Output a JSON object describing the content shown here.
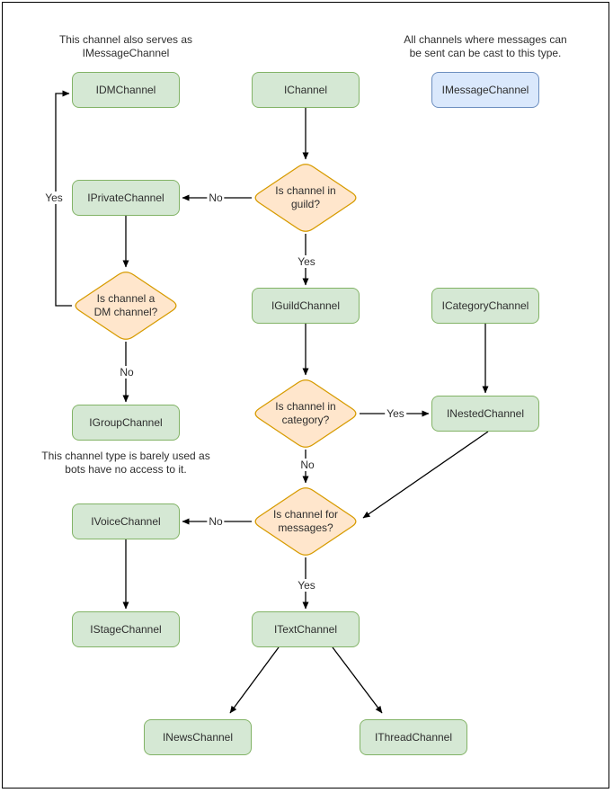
{
  "diagram": {
    "notes": {
      "dm_note_line1": "This channel also serves as",
      "dm_note_line2": "IMessageChannel",
      "message_note_line1": "All channels where messages can",
      "message_note_line2": "be sent can be cast to this type.",
      "group_note_line1": "This channel type is barely used as",
      "group_note_line2": "bots have no access to it."
    },
    "nodes": {
      "idm": "IDMChannel",
      "ichannel": "IChannel",
      "imessage": "IMessageChannel",
      "iprivate": "IPrivateChannel",
      "iguild": "IGuildChannel",
      "icategory": "ICategoryChannel",
      "igroup": "IGroupChannel",
      "inested": "INestedChannel",
      "ivoice": "IVoiceChannel",
      "istage": "IStageChannel",
      "itext": "ITextChannel",
      "inews": "INewsChannel",
      "ithread": "IThreadChannel"
    },
    "decisions": {
      "guild_line1": "Is channel in",
      "guild_line2": "guild?",
      "dm_line1": "Is channel a",
      "dm_line2": "DM channel?",
      "category_line1": "Is channel in",
      "category_line2": "category?",
      "messages_line1": "Is channel for",
      "messages_line2": "messages?"
    },
    "edge_labels": {
      "dm_yes": "Yes",
      "guild_no": "No",
      "guild_yes": "Yes",
      "dm_no": "No",
      "category_yes": "Yes",
      "category_no": "No",
      "messages_no": "No",
      "messages_yes": "Yes"
    },
    "colors": {
      "node_fill": "#d5e8d4",
      "node_border": "#82b366",
      "decision_fill": "#ffe6cc",
      "decision_border": "#d79b00",
      "highlight_fill": "#dae8fc",
      "highlight_border": "#6c8ebf",
      "arrow": "#000000"
    }
  }
}
